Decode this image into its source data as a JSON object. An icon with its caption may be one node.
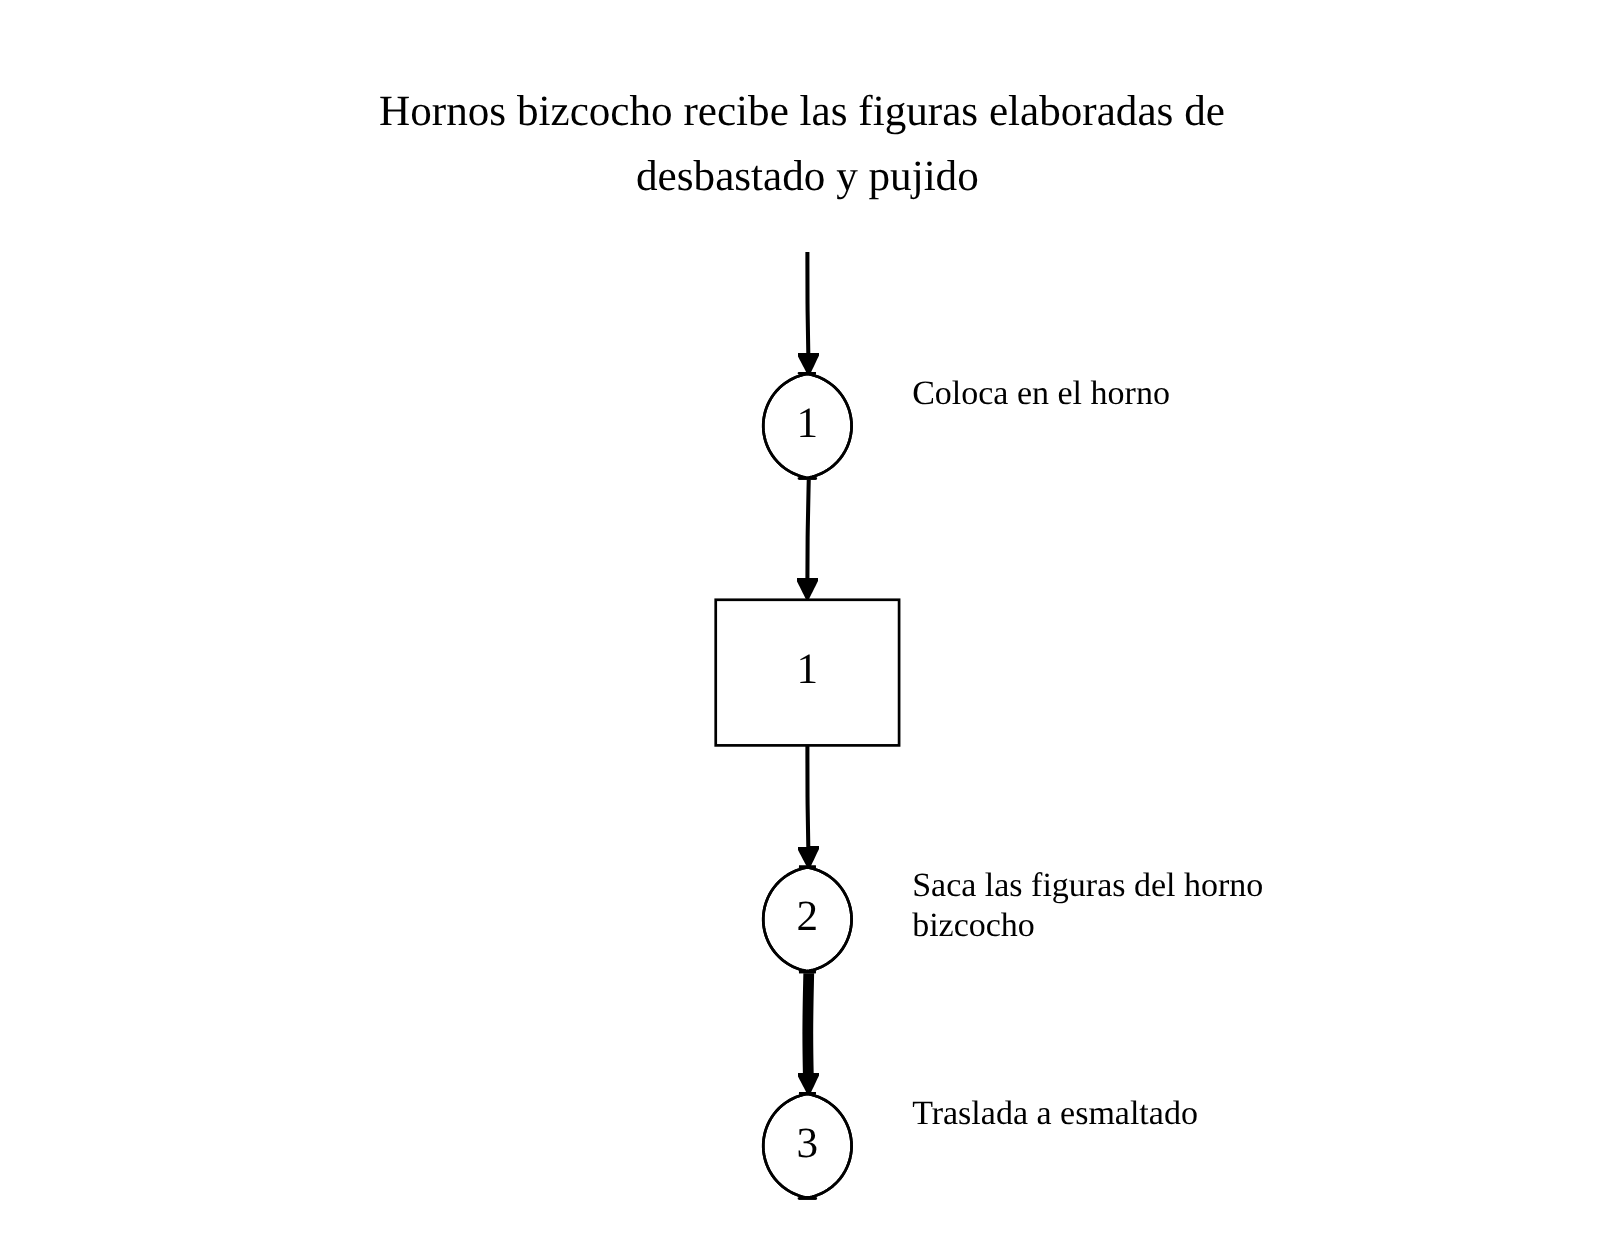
{
  "diagram": {
    "nodes": [
      {
        "text": [
          "Hornos bizcocho recibe las figuras elaboradas de desbastado y pujido"
        ]
      },
      {
        "text": [
          "1"
        ],
        "beside": [
          "Coloca en el horno"
        ]
      },
      {
        "text": [
          "1"
        ]
      },
      {
        "text": [
          "2"
        ],
        "beside": [
          "Saca las figuras del horno bizcocho"
        ]
      },
      {
        "text": [
          "3"
        ],
        "beside": [
          "Traslada a esmaltado"
        ]
      }
    ],
    "edges": [
      {
        "from": 0,
        "to": 1,
        "arrow": "to"
      },
      {
        "from": 1,
        "to": 2,
        "arrow": "to"
      },
      {
        "from": 2,
        "to": 3,
        "arrow": "to"
      },
      {
        "from": 3,
        "to": 4,
        "arrow": "to",
        "style": "thick"
      }
    ]
  }
}
